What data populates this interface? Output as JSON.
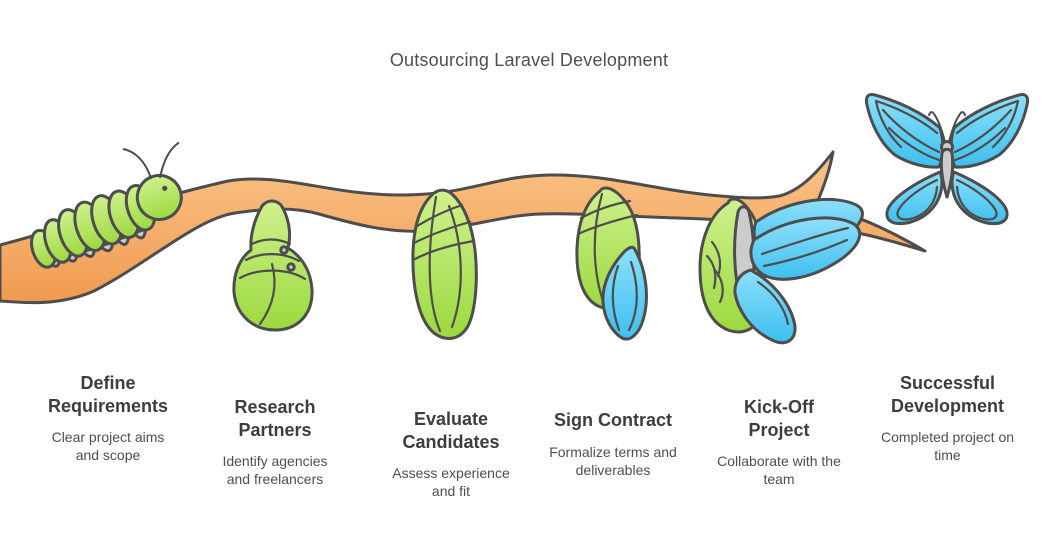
{
  "title": "Outsourcing Laravel Development",
  "colors": {
    "background": "#ffffff",
    "title_text": "#4f4f4f",
    "heading_text": "#3d3d3d",
    "description_text": "#4f4f4f",
    "outline": "#4d4d4d",
    "branch_orange": "#f09a50",
    "branch_orange_light": "#fbc488",
    "leaf_green": "#9cd93f",
    "leaf_green_light": "#cff18e",
    "wing_blue": "#3dbfef",
    "wing_blue_light": "#8ee0fa",
    "body_gray": "#cccccc"
  },
  "stages": [
    {
      "heading": "Define Requirements",
      "description": "Clear project aims and scope"
    },
    {
      "heading": "Research Partners",
      "description": "Identify agencies and freelancers"
    },
    {
      "heading": "Evaluate Candidates",
      "description": "Assess experience and fit"
    },
    {
      "heading": "Sign Contract",
      "description": "Formalize terms and deliverables"
    },
    {
      "heading": "Kick-Off Project",
      "description": "Collaborate with the team"
    },
    {
      "heading": "Successful Development",
      "description": "Completed project on time"
    }
  ]
}
